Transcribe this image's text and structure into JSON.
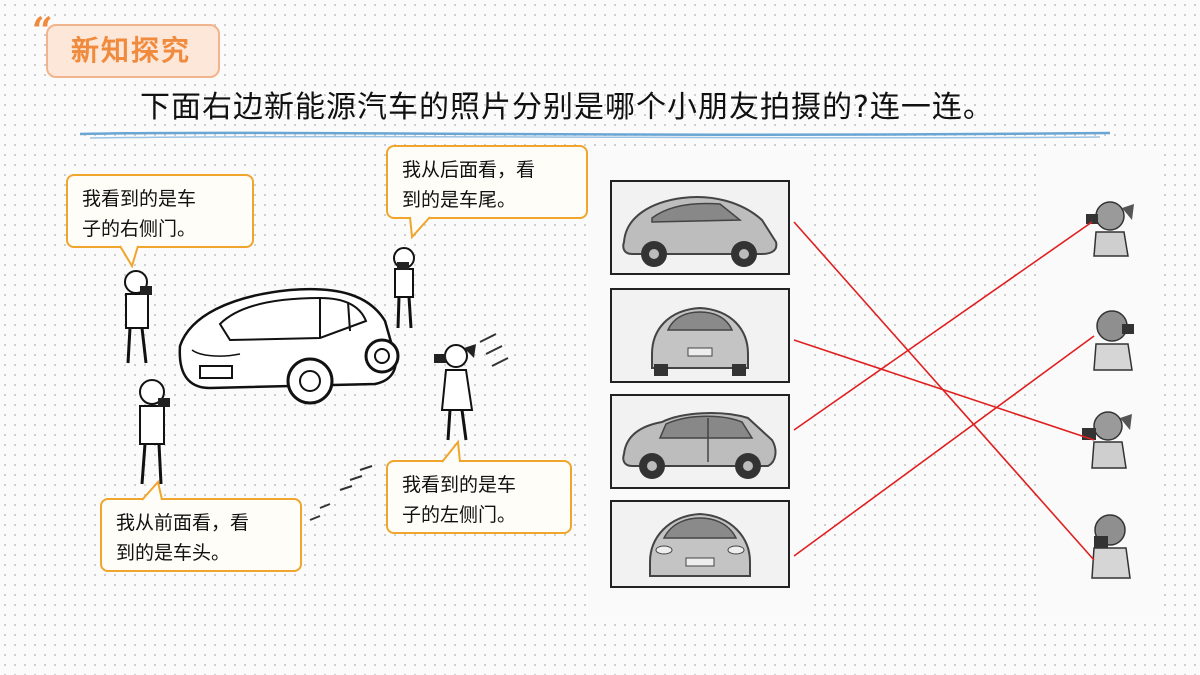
{
  "section_tag": {
    "label": "新知探究",
    "quote_glyph": "“",
    "accent": "#f08a3d"
  },
  "question": "下面右边新能源汽车的照片分别是哪个小朋友拍摄的?连一连。",
  "bubbles": {
    "right_side": {
      "line1": "我看到的是车",
      "line2": "子的右侧门。"
    },
    "rear": {
      "line1": "我从后面看，看",
      "line2": "到的是车尾。"
    },
    "front": {
      "line1": "我从前面看，看",
      "line2": "到的是车头。"
    },
    "left_side": {
      "line1": "我看到的是车",
      "line2": "子的左侧门。"
    }
  },
  "colors": {
    "bubble_border": "#f0a52c",
    "match_line": "#e02020"
  },
  "icons": {
    "car": "car-illustration",
    "kids": [
      "child-photographer-right",
      "child-photographer-rear",
      "child-photographer-front",
      "child-photographer-left"
    ],
    "photos": [
      "car-photo-side-right",
      "car-photo-rear",
      "car-photo-side-left",
      "car-photo-front"
    ],
    "kids_column": [
      "girl-camera-icon",
      "boy-camera-icon",
      "girl-camera-icon-2",
      "boy-camera-icon-2"
    ]
  }
}
